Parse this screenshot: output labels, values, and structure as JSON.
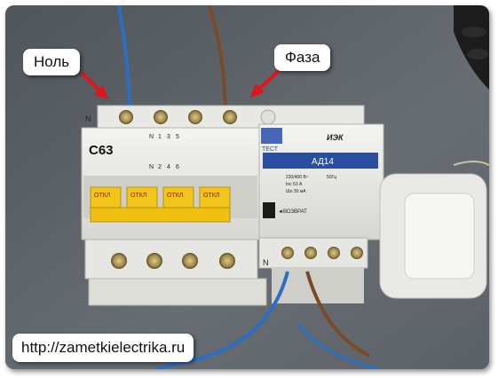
{
  "callouts": {
    "neutral": "Ноль",
    "phase": "Фаза"
  },
  "watermark": {
    "url": "http://zametkielectrika.ru"
  },
  "breaker": {
    "model": "С63",
    "pole_numbers": [
      "N",
      "1",
      "3",
      "5"
    ],
    "pole_numbers_bottom": [
      "N",
      "2",
      "4",
      "6"
    ],
    "handle_label": "ОТКЛ",
    "terminal_letter": "N"
  },
  "rcd_module": {
    "test_label": "ТЕСТ",
    "brand": "ИЭК",
    "model": "АД14",
    "spec_voltage": "230/400 В~",
    "spec_freq": "50Гц",
    "spec_current": "Inc 63 А",
    "spec_leak": "IΔn 30 мА",
    "reset_label": "◄ВОЗВРАТ",
    "terminal_letter": "N"
  },
  "colors": {
    "arrow_red": "#e0141b",
    "wire_blue": "#2a6fc4",
    "wire_brown": "#7a4a2a",
    "handle_yellow": "#f2c51a",
    "label_blue": "#2a4fa0"
  }
}
